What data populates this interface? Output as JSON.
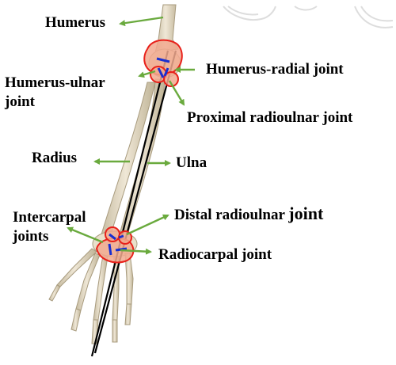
{
  "labels": {
    "humerus": "Humerus",
    "humerus_radial": "Humerus-radial joint",
    "humerus_ulnar_1": "Humerus-ulnar",
    "humerus_ulnar_2": "joint",
    "proximal_radioulnar": "Proximal radioulnar joint",
    "radius": "Radius",
    "ulna": "Ulna",
    "intercarpal_1": "Intercarpal",
    "intercarpal_2": "joints",
    "distal_radioulnar_a": "Distal radioulnar ",
    "distal_radioulnar_b": "joint",
    "radiocarpal": "Radiocarpal joint"
  },
  "colors": {
    "arrow": "#6aaa3e",
    "joint_fill": "#f2a98f",
    "joint_outline": "#e8201a",
    "joint_axis": "#1a2fd0",
    "bone": "#e6ddc8",
    "bone_shade": "#b9ad93",
    "axis_line": "#000000"
  }
}
